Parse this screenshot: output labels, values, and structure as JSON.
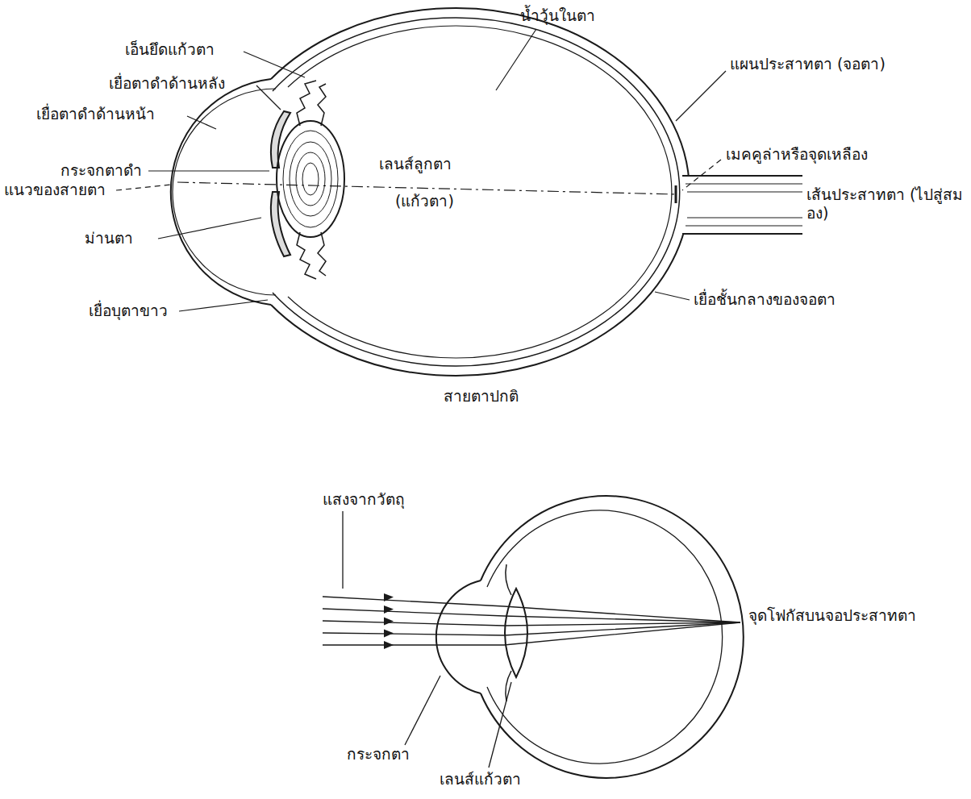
{
  "diagram": {
    "labels": [
      "น้ำวุ้นในตา",
      "เอ็นยึดแก้วตา",
      "เยื่อตาดำด้านหลัง",
      "เยื่อตาดำด้านหน้า",
      "กระจกตาดำ",
      "แนวของสายตา",
      "เลนส์ลูกตา",
      "(แก้วตา)",
      "ม่านตา",
      "เยื่อบุตาขาว",
      "แผนประสาทตา (จอตา)",
      "เมคคูล่าหรือจุดเหลือง",
      "เส้นประสาทตา (ไปสู่สมอง)",
      "เยื่อชั้นกลางของจอตา",
      "สายตาปกติ",
      "แสงจากวัตถุ",
      "จุดโฟกัสบนจอประสาทตา",
      "กระจกตา",
      "เลนส์แก้วตา"
    ]
  }
}
